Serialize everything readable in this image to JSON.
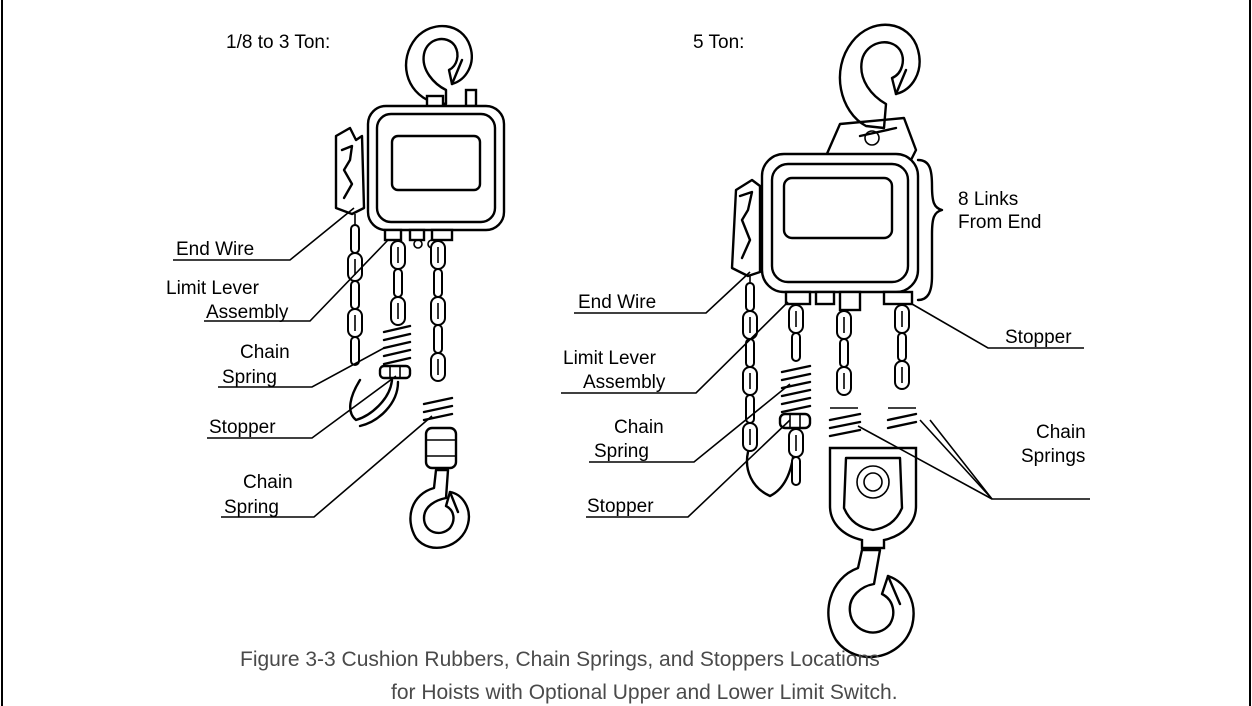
{
  "left_diagram": {
    "heading": "1/8 to 3 Ton:",
    "labels": {
      "end_wire": "End Wire",
      "limit_lever_1": "Limit Lever",
      "limit_lever_2": "Assembly",
      "chain_spring_upper_1": "Chain",
      "chain_spring_upper_2": "Spring",
      "stopper": "Stopper",
      "chain_spring_lower_1": "Chain",
      "chain_spring_lower_2": "Spring"
    }
  },
  "right_diagram": {
    "heading": "5 Ton:",
    "labels": {
      "links_1": "8 Links",
      "links_2": "From End",
      "end_wire": "End Wire",
      "stopper_right": "Stopper",
      "limit_lever_1": "Limit Lever",
      "limit_lever_2": "Assembly",
      "chain_spring_1": "Chain",
      "chain_spring_2": "Spring",
      "chain_springs_1": "Chain",
      "chain_springs_2": "Springs",
      "stopper_left": "Stopper"
    }
  },
  "caption": {
    "line1": "Figure 3-3  Cushion Rubbers, Chain Springs, and Stoppers Locations",
    "line2": "for Hoists with Optional Upper and Lower Limit Switch."
  }
}
